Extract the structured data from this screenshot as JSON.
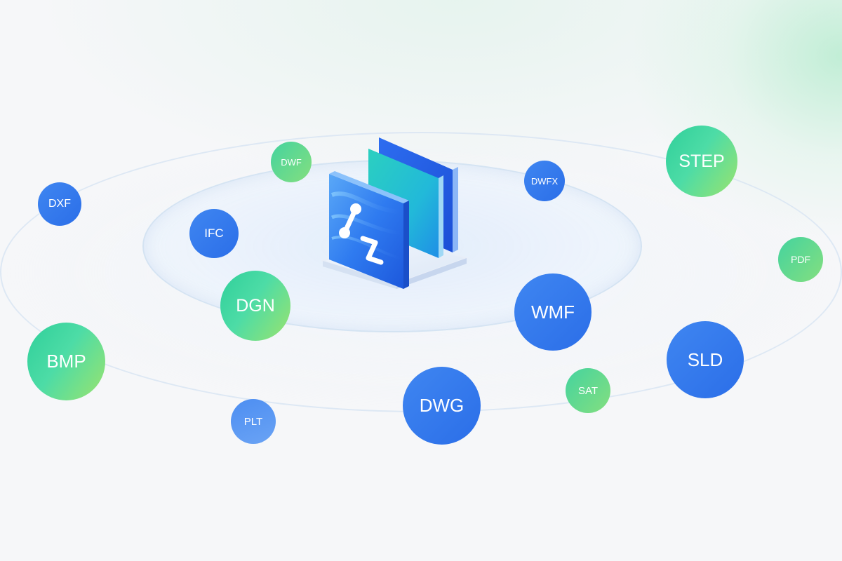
{
  "formats": [
    {
      "id": "dxf",
      "label": "DXF",
      "color": "blue"
    },
    {
      "id": "dwf",
      "label": "DWF",
      "color": "green"
    },
    {
      "id": "dwfx",
      "label": "DWFX",
      "color": "blue"
    },
    {
      "id": "step",
      "label": "STEP",
      "color": "green"
    },
    {
      "id": "ifc",
      "label": "IFC",
      "color": "blue"
    },
    {
      "id": "pdf",
      "label": "PDF",
      "color": "green"
    },
    {
      "id": "dgn",
      "label": "DGN",
      "color": "green"
    },
    {
      "id": "wmf",
      "label": "WMF",
      "color": "blue"
    },
    {
      "id": "bmp",
      "label": "BMP",
      "color": "green"
    },
    {
      "id": "sld",
      "label": "SLD",
      "color": "blue"
    },
    {
      "id": "sat",
      "label": "SAT",
      "color": "green"
    },
    {
      "id": "dwg",
      "label": "DWG",
      "color": "blue"
    },
    {
      "id": "plt",
      "label": "PLT",
      "color": "blue"
    }
  ],
  "center_icon": "converter-icon",
  "colors": {
    "blue": "#3478f0",
    "green": "#3fd4a0",
    "green_highlight": "#9be36d",
    "background": "#f6f7f9"
  }
}
